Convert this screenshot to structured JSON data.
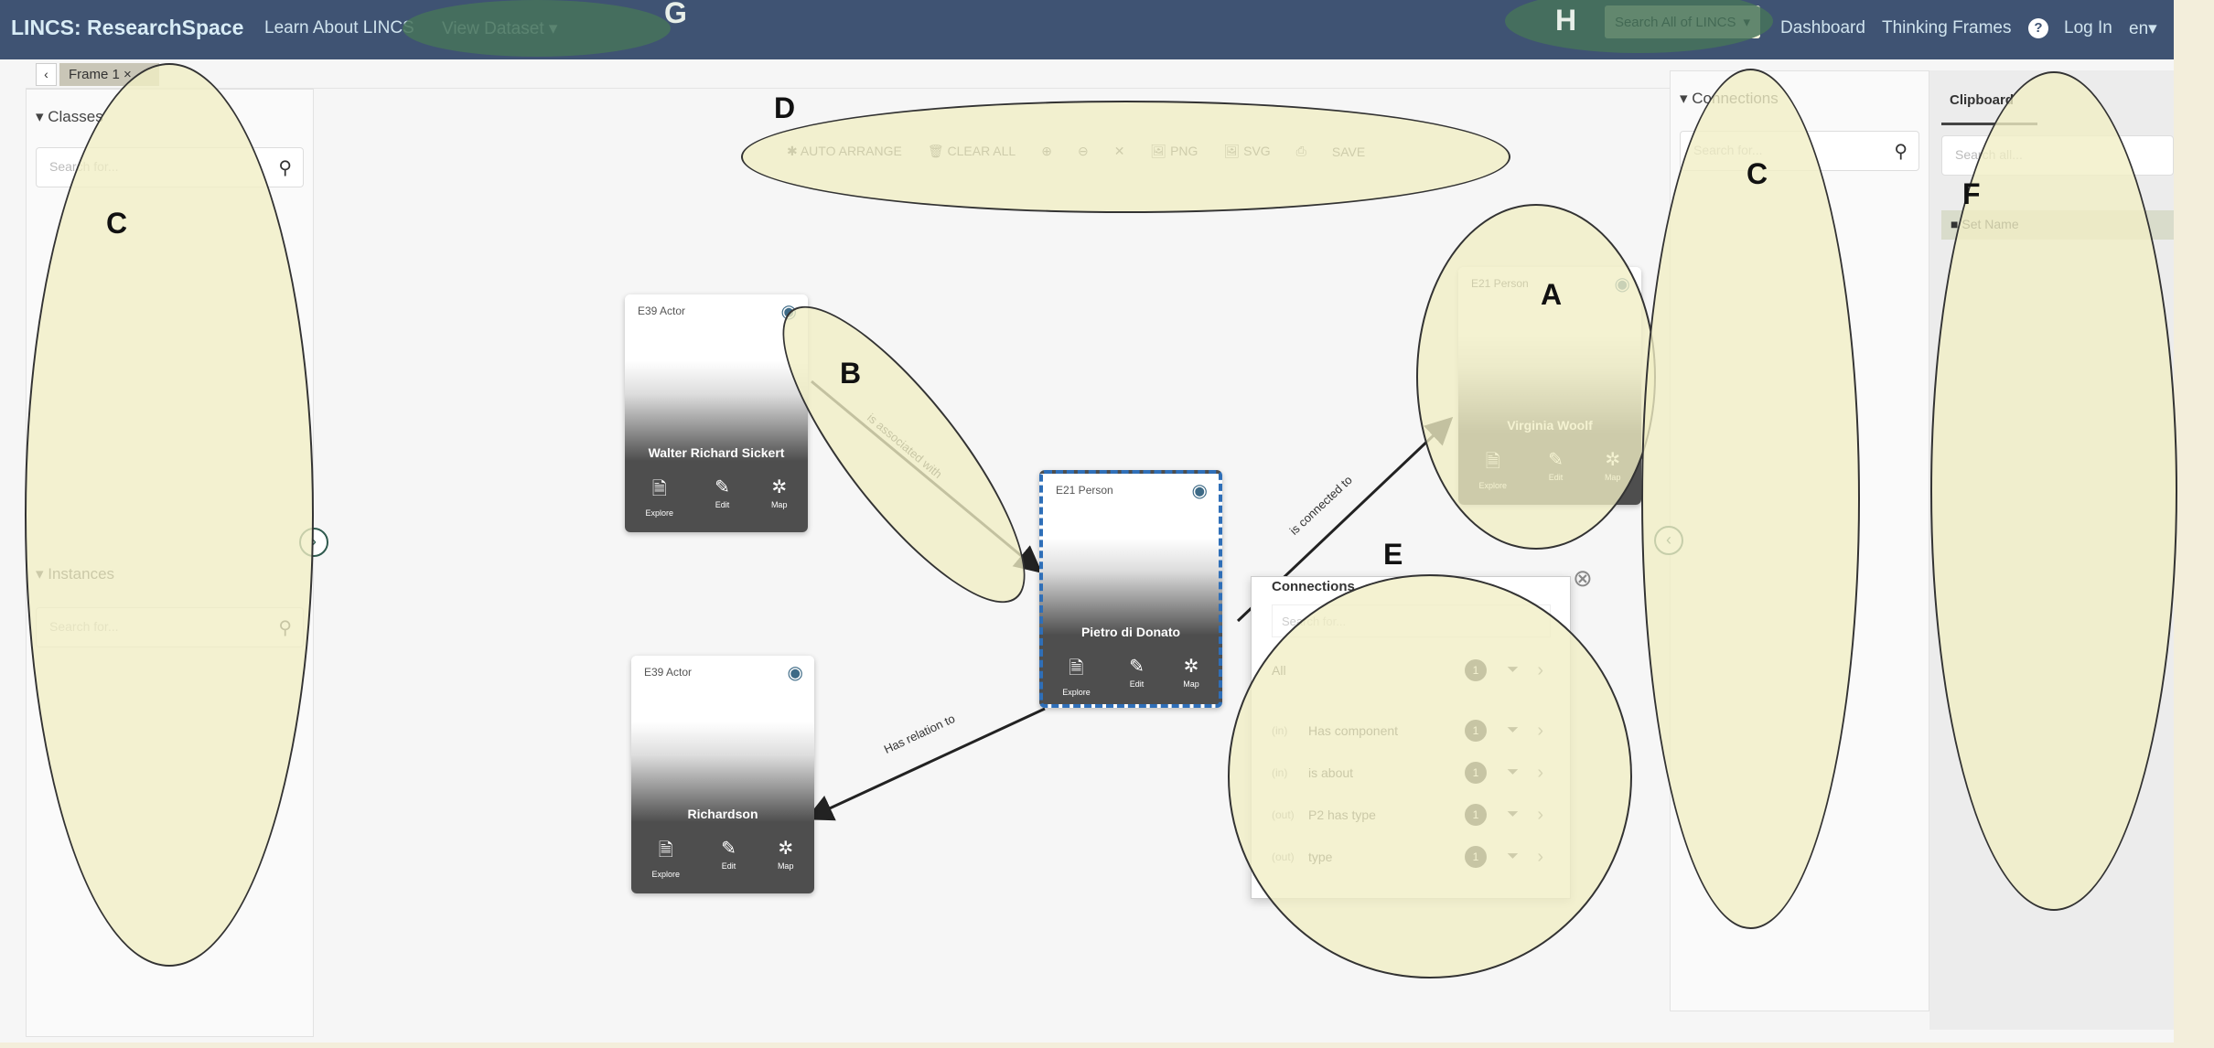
{
  "navbar": {
    "brand": "LINCS: ResearchSpace",
    "learn": "Learn About LINCS",
    "view_dataset": "View Dataset ▾",
    "search_all": "Search All of LINCS",
    "search_caret": "▾",
    "dashboard": "Dashboard",
    "thinking_frames": "Thinking Frames",
    "help": "?",
    "login": "Log In",
    "lang": "en▾"
  },
  "tabs": {
    "back": "‹",
    "frame": "Frame 1",
    "close": "×"
  },
  "left_panel": {
    "classes": "▾ Classes",
    "classes_search": "Search for...",
    "instances": "▾ Instances",
    "instances_search": "Search for...",
    "collapse": "›"
  },
  "toolbar": {
    "auto_arrange": "✱ AUTO ARRANGE",
    "clear_all": "🗑 CLEAR ALL",
    "zoom_in": "⊕",
    "zoom_out": "⊖",
    "fit": "✕",
    "png": "🖼 PNG",
    "svg": "🖼 SVG",
    "print": "⎙",
    "save": "SAVE"
  },
  "nodes": [
    {
      "type": "E39 Actor",
      "name": "Walter Richard Sickert"
    },
    {
      "type": "E39 Actor",
      "name": "Richardson"
    },
    {
      "type": "E21 Person",
      "name": "Pietro di Donato"
    },
    {
      "type": "E21 Person",
      "name": "Virginia Woolf"
    }
  ],
  "node_actions": {
    "explore": "Explore",
    "edit": "Edit",
    "map": "Map",
    "eye": "👁"
  },
  "edges": [
    "is associated with",
    "Has relation to",
    "is connected to"
  ],
  "connections_popup": {
    "title": "Connections",
    "search": "Search for...",
    "close": "⊗",
    "rows": [
      {
        "dir": "",
        "label": "All",
        "count": "1"
      },
      {
        "dir": "(in)",
        "label": "Has component",
        "count": "1"
      },
      {
        "dir": "(in)",
        "label": "is about",
        "count": "1"
      },
      {
        "dir": "(out)",
        "label": "P2 has type",
        "count": "1"
      },
      {
        "dir": "(out)",
        "label": "type",
        "count": "1"
      }
    ]
  },
  "right_panel": {
    "title": "▾ Connections",
    "search": "Search for...",
    "collapse": "‹"
  },
  "clipboard": {
    "tab": "Clipboard",
    "search": "Search all...",
    "item": "Set Name"
  },
  "annotations": {
    "A": "A",
    "B": "B",
    "C": "C",
    "D": "D",
    "E": "E",
    "F": "F",
    "G": "G",
    "H": "H"
  }
}
